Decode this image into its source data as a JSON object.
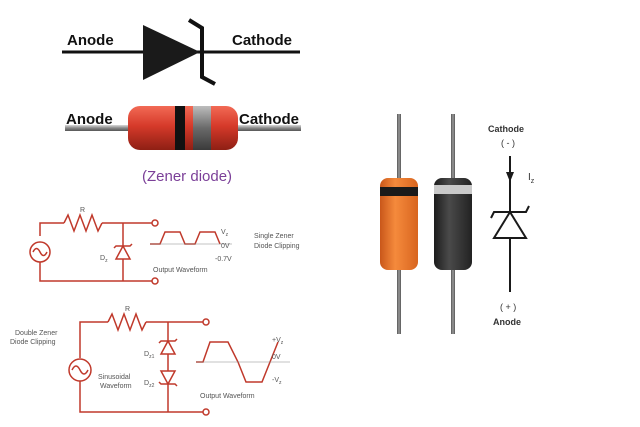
{
  "symbol": {
    "anode": "Anode",
    "cathode": "Cathode"
  },
  "package": {
    "anode": "Anode",
    "cathode": "Cathode",
    "caption": "(Zener diode)"
  },
  "single_circuit": {
    "resistor": "R",
    "diode": "D",
    "diode_sub": "z",
    "vz": "V",
    "vz_sub": "z",
    "zero": "0V",
    "neg": "-0.7V",
    "waveform_caption": "Output Waveform",
    "title_line1": "Single Zener",
    "title_line2": "Diode Clipping"
  },
  "double_circuit": {
    "title_line1": "Double Zener",
    "title_line2": "Diode Clipping",
    "resistor": "R",
    "dz1": "D",
    "dz1_sub": "z1",
    "dz2": "D",
    "dz2_sub": "z2",
    "source_line1": "Sinusoidal",
    "source_line2": "Waveform",
    "pos_v": "+V",
    "pos_v_sub": "z",
    "zero": "0V",
    "neg_v": "-V",
    "neg_v_sub": "z",
    "waveform_caption": "Output Waveform"
  },
  "photo_symbol": {
    "cathode": "Cathode",
    "cathode_sign": "( - )",
    "current": "I",
    "current_sub": "z",
    "anode_sign": "( + )",
    "anode": "Anode"
  },
  "colors": {
    "orange_body": "#f07a2a",
    "black_body": "#2a2a2a",
    "red_body": "#d63a2a",
    "circuit": "#c0392b",
    "caption": "#7b3f98"
  }
}
